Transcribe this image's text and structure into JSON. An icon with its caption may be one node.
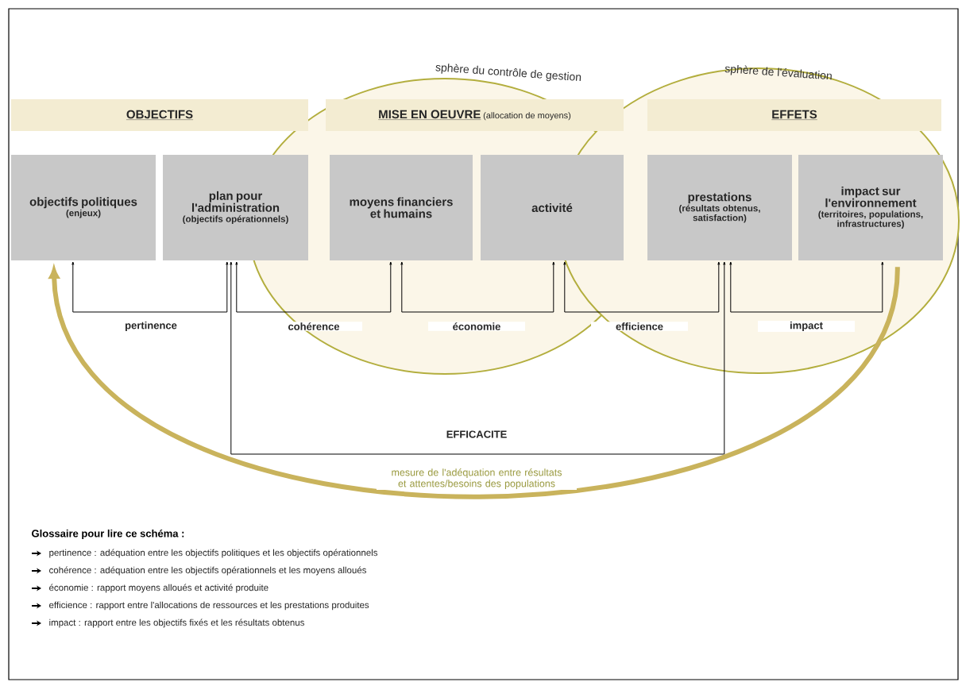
{
  "diagram": {
    "nodes": [
      {
        "text": [
          "OBJECTIFS"
        ]
      },
      {
        "text": [
          "MISE EN OEUVRE",
          "(allocation de moyens)"
        ]
      },
      {
        "text": [
          "EFFETS"
        ]
      },
      {
        "text": [
          "objectifs politiques",
          "(enjeux)"
        ]
      },
      {
        "text": [
          "plan pour l'administration",
          "(objectifs opérationnels)"
        ]
      },
      {
        "text": [
          "moyens financiers et humains"
        ]
      },
      {
        "text": [
          "activité"
        ]
      },
      {
        "text": [
          "prestations",
          "(résultats obtenus, satisfaction)"
        ]
      },
      {
        "text": [
          "impact sur l'environnement",
          "(territoires, populations, infrastructures)"
        ]
      }
    ],
    "edges": [
      {
        "from": 3,
        "to": 4,
        "arrow": "both",
        "label": "pertinence"
      },
      {
        "from": 4,
        "to": 5,
        "arrow": "both",
        "label": "cohérence"
      },
      {
        "from": 5,
        "to": 6,
        "arrow": "both",
        "label": "économie"
      },
      {
        "from": 6,
        "to": 7,
        "arrow": "both",
        "label": "efficience"
      },
      {
        "from": 7,
        "to": 8,
        "arrow": "both",
        "label": "impact"
      },
      {
        "from": 4,
        "to": 7,
        "arrow": "both",
        "label": "EFFICACITE"
      },
      {
        "from": 8,
        "to": 3,
        "arrow": "to",
        "label": "mesure de l'adéquation entre résultats et attentes/besoins des populations",
        "style": "thick",
        "color": "#c9b35c"
      }
    ],
    "labels": [
      "sphère du contrôle de gestion",
      "sphère de l'évaluation",
      "Glossaire pour lire ce schéma :",
      "pertinence : adéquation entre les objectifs politiques et les objectifs opérationnels",
      "cohérence : adéquation entre les objectifs opérationnels et les moyens alloués",
      "économie : rapport moyens alloués et activité produite",
      "efficience : rapport entre l'allocations de ressources et les prestations produites",
      "impact : rapport entre les objectifs fixés et les résultats obtenus"
    ]
  }
}
